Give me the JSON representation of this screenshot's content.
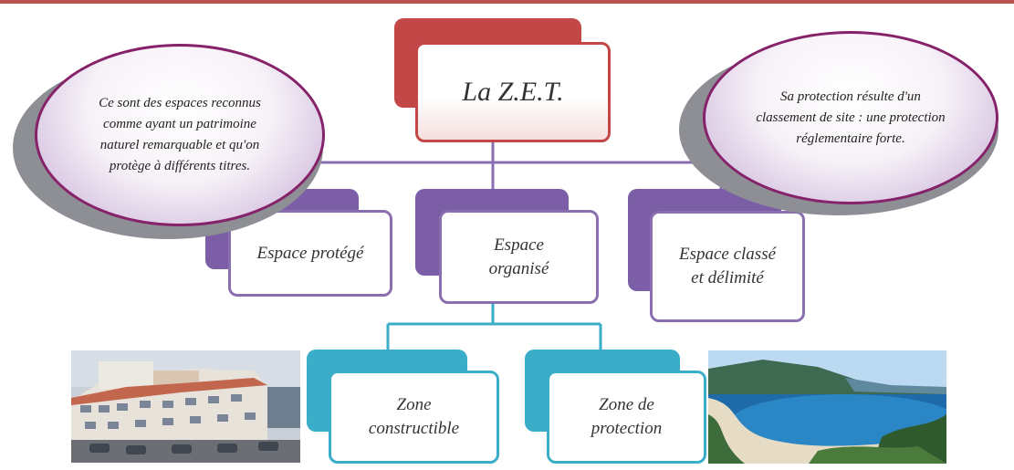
{
  "title": "La Z.E.T.",
  "note_left": "Ce sont des espaces reconnus comme ayant un patrimoine naturel remarquable et qu'on protège à différents titres.",
  "note_right": "Sa protection résulte d'un classement de site : une protection réglementaire forte.",
  "level1": [
    {
      "label": "Espace protégé"
    },
    {
      "label": "Espace organisé"
    },
    {
      "label": "Espace classé et délimité"
    }
  ],
  "level2": [
    {
      "label": "Zone constructible"
    },
    {
      "label": "Zone de protection"
    }
  ],
  "colors": {
    "root": "#c44748",
    "level1": "#8a6fb0",
    "level2": "#3aaec8",
    "ellipse_border": "#86226a"
  },
  "images": [
    {
      "depicts": "housing-photo"
    },
    {
      "depicts": "coast-photo"
    }
  ]
}
